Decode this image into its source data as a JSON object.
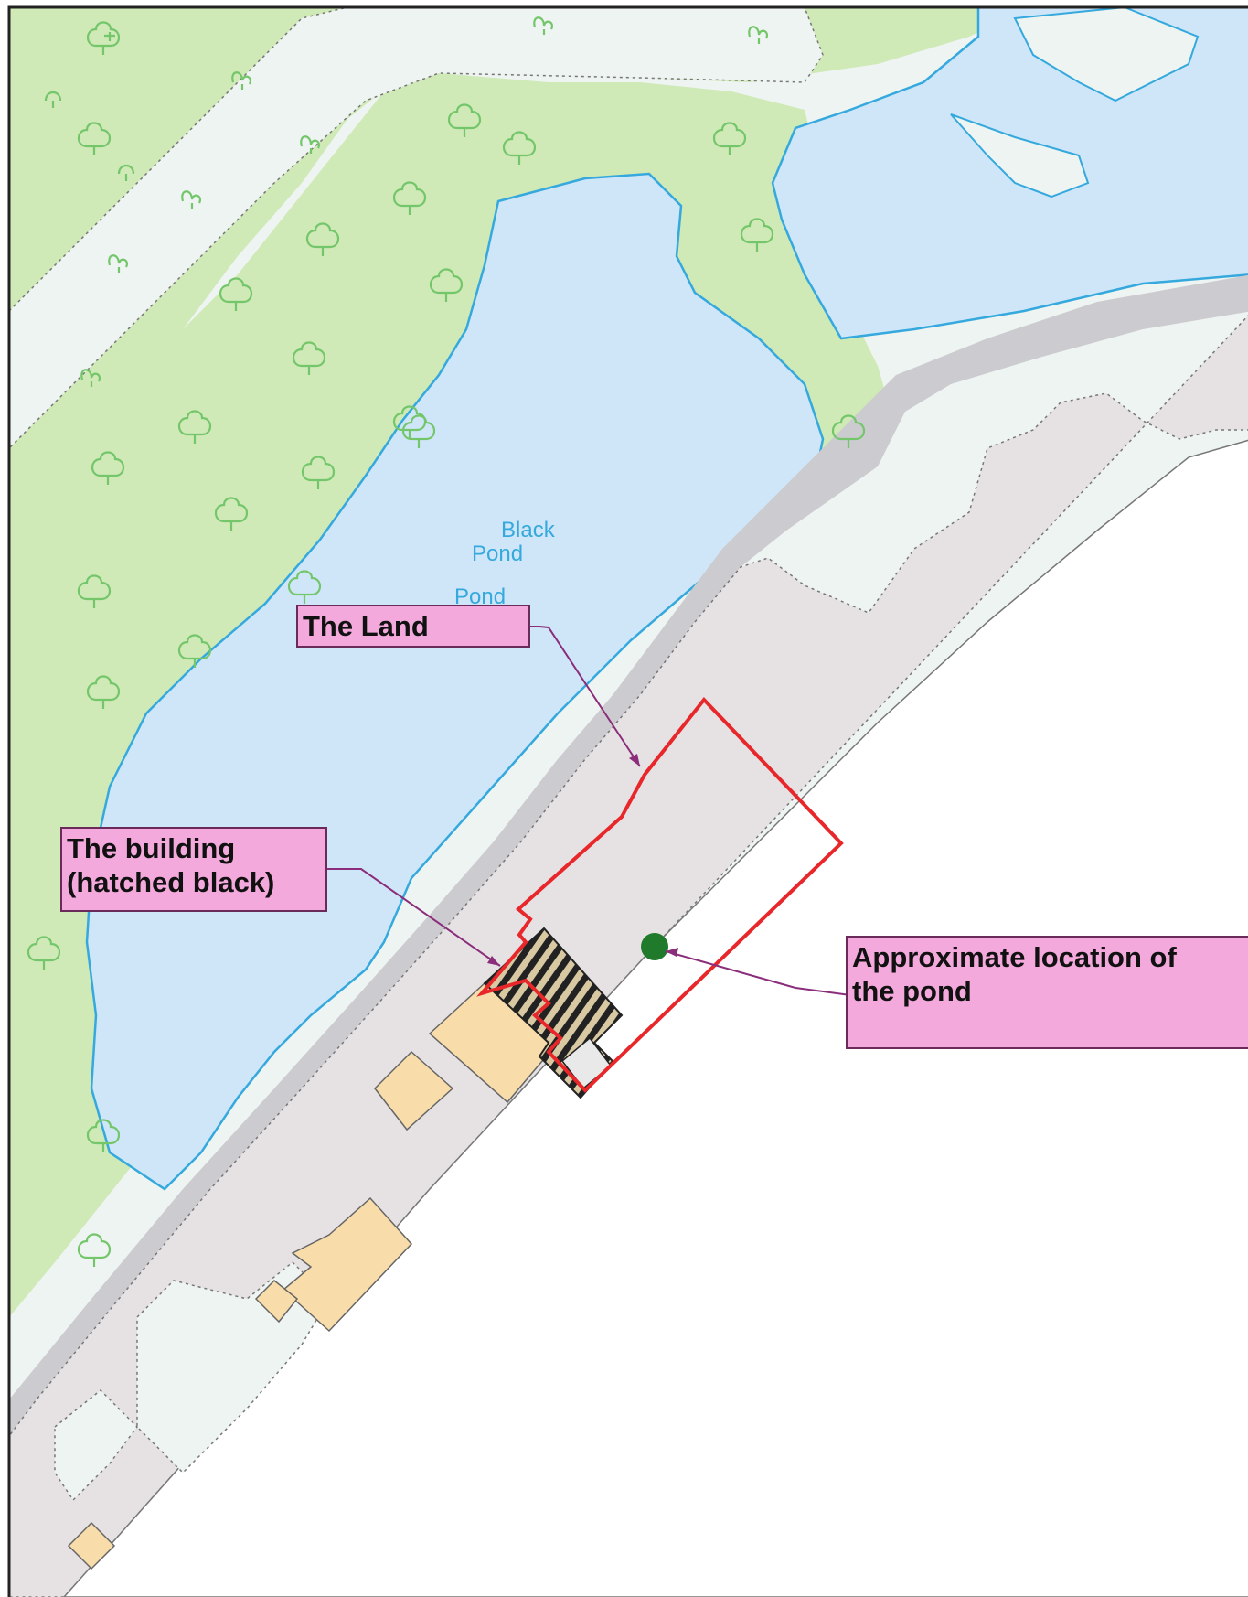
{
  "colors": {
    "woodland": "#cfe9b7",
    "water": "#cfe6f9",
    "water_edge": "#35a9dd",
    "land": "#eef4f1",
    "road": "#cccbd0",
    "track": "#e6e2e4",
    "building": "#f8dcaa",
    "boundary": "#e8272b",
    "label_bg": "#f4a9dd",
    "pond_dot": "#1f7a2c",
    "tree_symbol": "#74c66b"
  },
  "icons": [
    "deciduous-tree-icon",
    "coniferous-tree-icon",
    "pond-marker-icon",
    "hatched-building-pattern"
  ],
  "map": {
    "water_label_1": "Black",
    "water_label_2": "Pond",
    "water_label_3": "Pond"
  },
  "labels": {
    "land": "The Land",
    "building_line1": "The building",
    "building_line2": "(hatched black)",
    "pond_line1": "Approximate location of",
    "pond_line2": "the pond"
  }
}
